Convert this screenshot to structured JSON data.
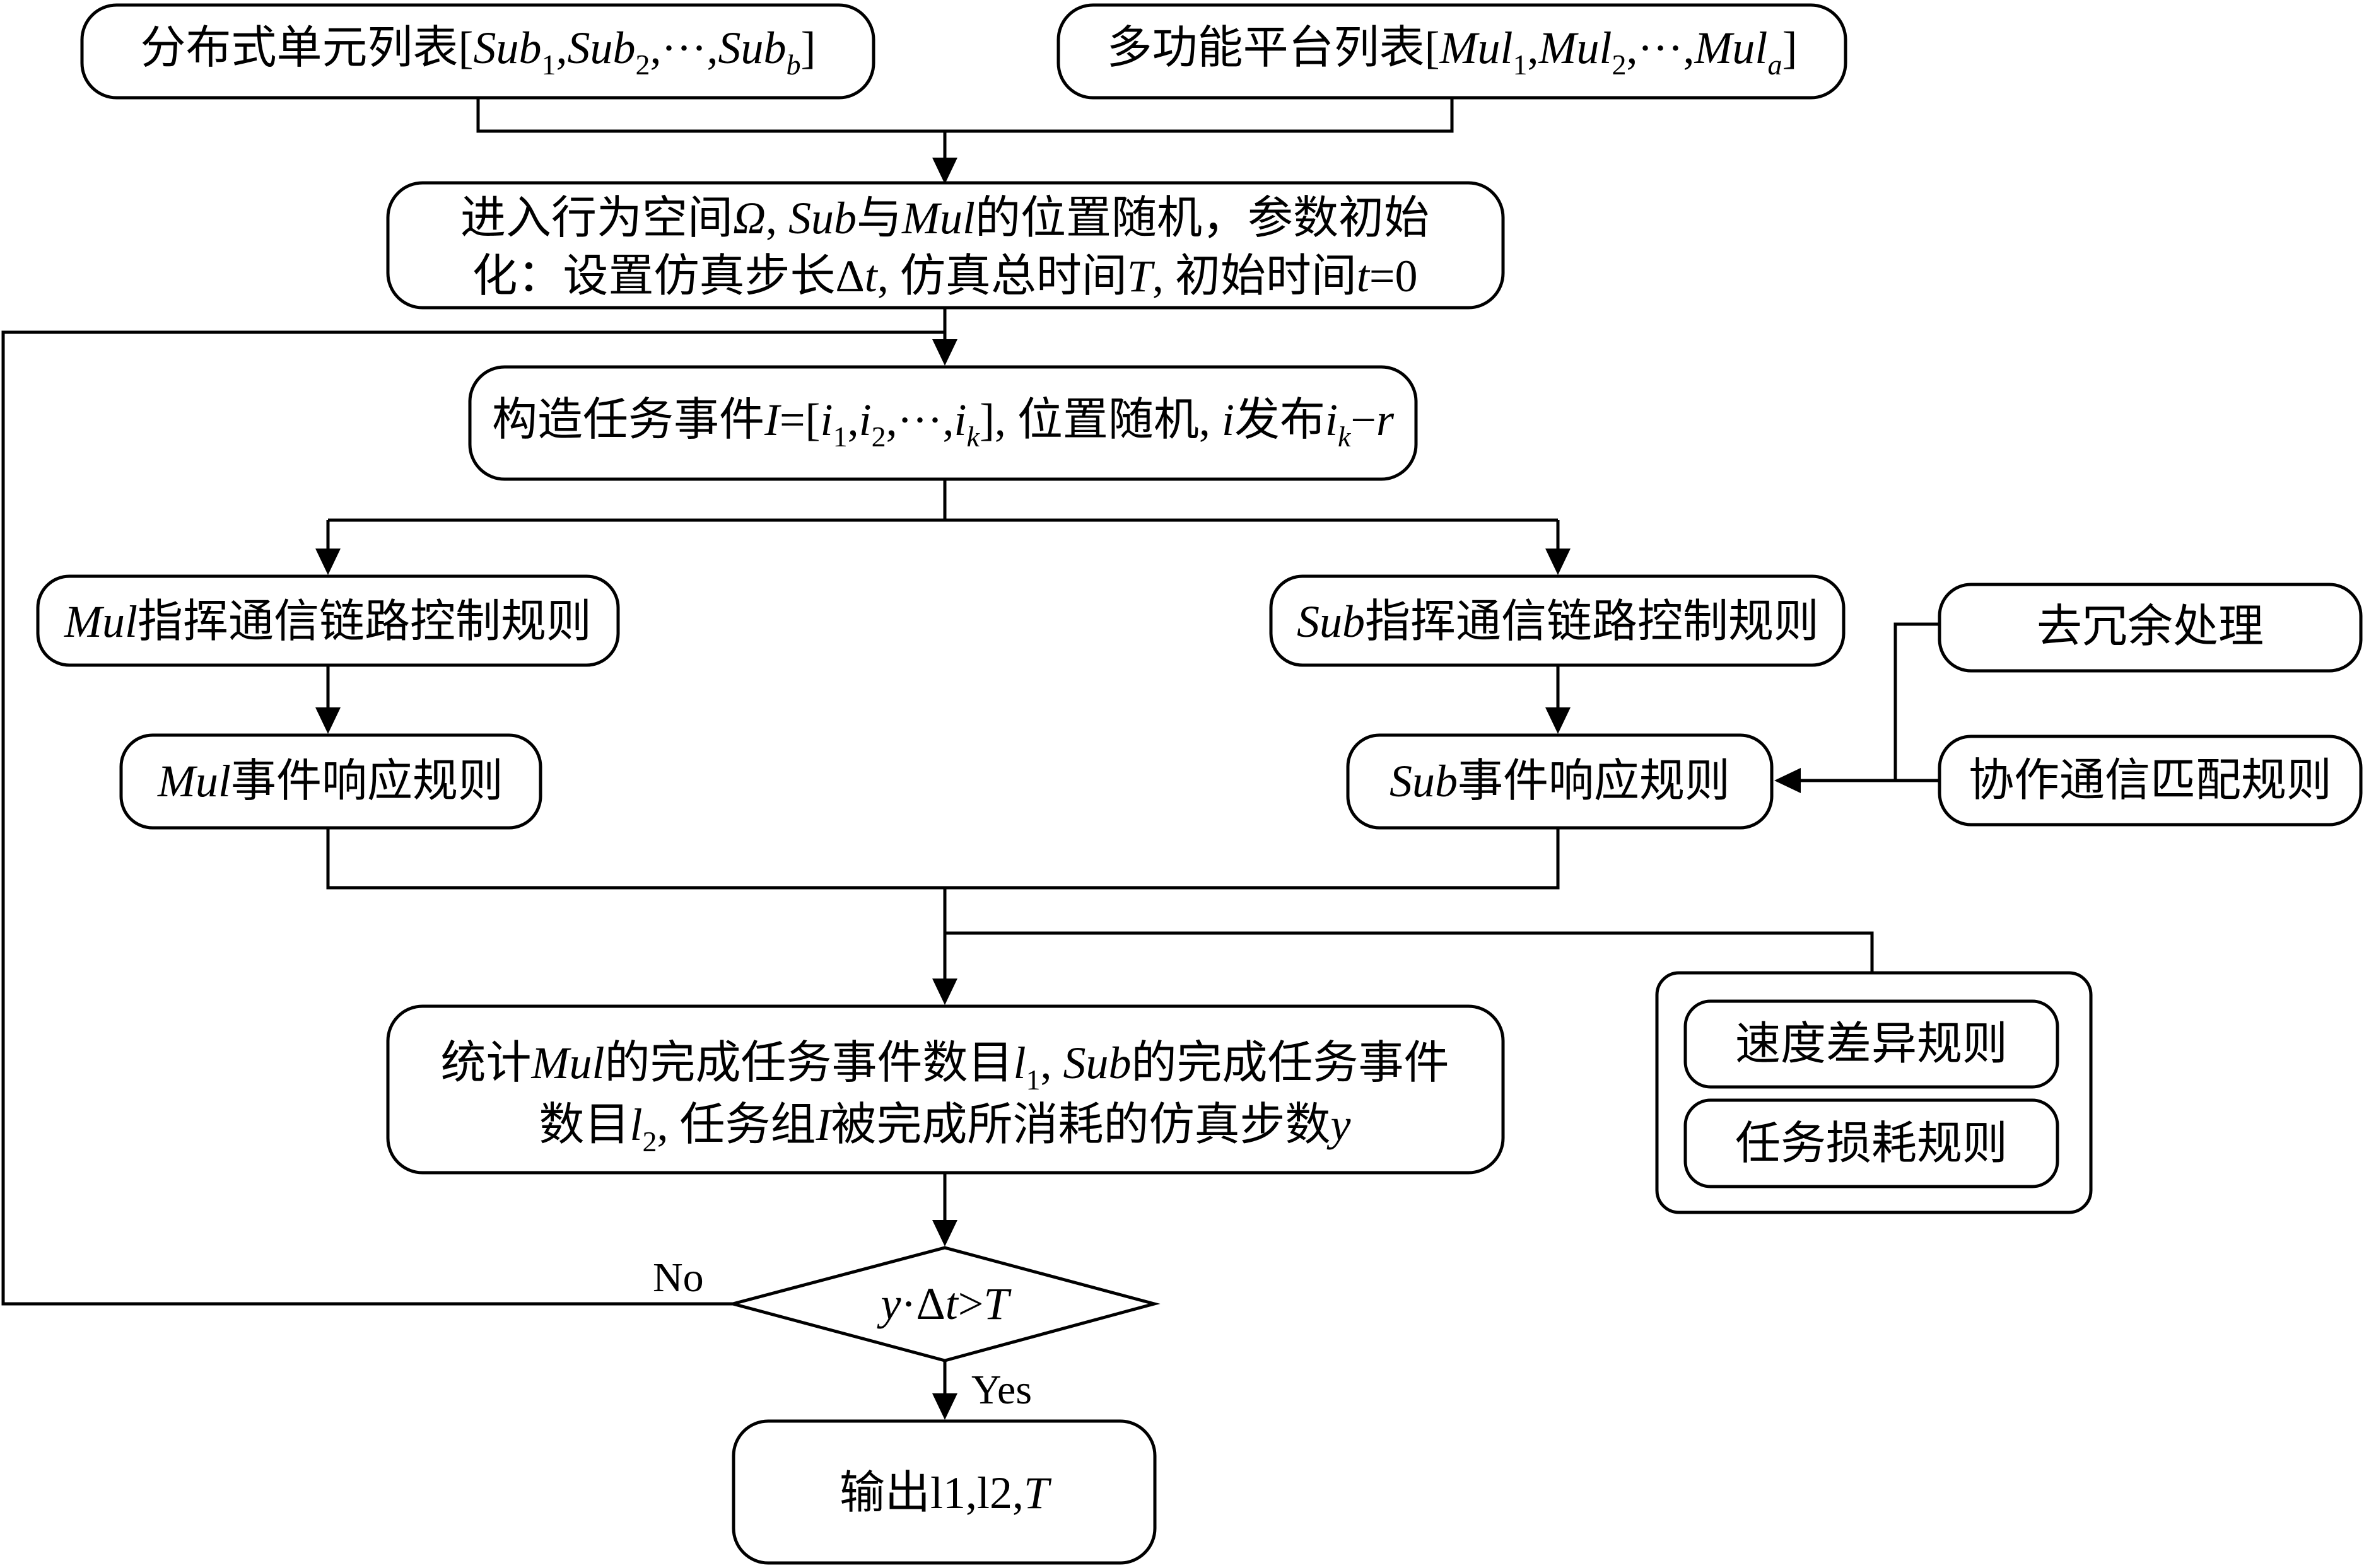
{
  "diagram": {
    "type": "flowchart",
    "nodes": {
      "sub_list": {
        "prefix": "分布式单元列表[",
        "sub": "Sub",
        "idx1": "1",
        "sep1": ",",
        "idx2": "2",
        "sep2": ",···,",
        "idx_b": "b",
        "suffix": "]"
      },
      "mul_list": {
        "prefix": "多功能平台列表[",
        "mul": "Mul",
        "idx1": "1",
        "sep1": ",",
        "idx2": "2",
        "sep2": ",···,",
        "idx_a": "a",
        "suffix": "]"
      },
      "init": {
        "line1_a": "进入行为空间",
        "omega": "Ω",
        "line1_b": ", ",
        "sub": "Sub",
        "line1_c": "与",
        "mul": "Mul",
        "line1_d": "的位置随机，参数初始",
        "line2_a": "化：设置仿真步长Δ",
        "t": "t",
        "line2_b": ", 仿真总时间",
        "T": "T",
        "line2_c": ", 初始时间",
        "t2": "t",
        "line2_d": "=0"
      },
      "events": {
        "a": "构造任务事件",
        "I": "I",
        "b": "=[",
        "i": "i",
        "s1": "1",
        "c": ",",
        "s2": "2",
        "d": ",···,",
        "sk": "k",
        "e": "], 位置随机, ",
        "f": "发布",
        "g": "−",
        "r": "r"
      },
      "mul_cmd": {
        "it": "Mul",
        "text": "指挥通信链路控制规则"
      },
      "sub_cmd": {
        "it": "Sub",
        "text": "指挥通信链路控制规则"
      },
      "mul_resp": {
        "it": "Mul",
        "text": "事件响应规则"
      },
      "sub_resp": {
        "it": "Sub",
        "text": "事件响应规则"
      },
      "dedup": "去冗余处理",
      "coop": "协作通信匹配规则",
      "speed": "速度差异规则",
      "loss": "任务损耗规则",
      "stats": {
        "a": "统计",
        "mul": "Mul",
        "b": "的完成任务事件数目",
        "l": "l",
        "s1": "1",
        "c": ", ",
        "sub": "Sub",
        "d": "的完成任务事件",
        "e": "数目",
        "s2": "2",
        "f": ", 任务组",
        "I": "I",
        "g": "被完成所消耗的仿真步数",
        "y": "y"
      },
      "decision": {
        "y": "y",
        "dot": "·Δ",
        "t": "t",
        "gt": ">",
        "T": "T"
      },
      "output": {
        "a": "输出l1,l2,",
        "T": "T"
      }
    },
    "labels": {
      "no": "No",
      "yes": "Yes"
    }
  }
}
